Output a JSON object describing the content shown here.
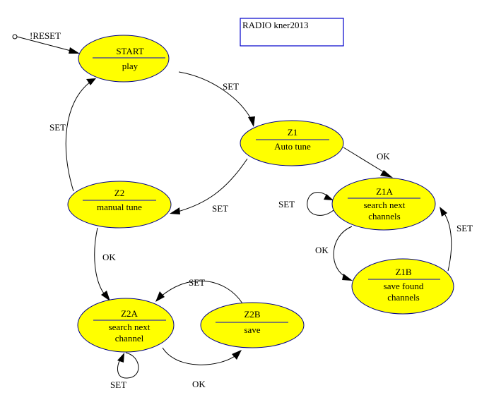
{
  "title": "RADIO kner2013",
  "states": {
    "start": {
      "name": "START",
      "lines": [
        "play"
      ]
    },
    "z1": {
      "name": "Z1",
      "lines": [
        "Auto tune"
      ]
    },
    "z2": {
      "name": "Z2",
      "lines": [
        "manual tune"
      ]
    },
    "z1a": {
      "name": "Z1A",
      "lines": [
        "search next",
        "channels"
      ]
    },
    "z1b": {
      "name": "Z1B",
      "lines": [
        "save found",
        "channels"
      ]
    },
    "z2a": {
      "name": "Z2A",
      "lines": [
        "search next",
        "channel"
      ]
    },
    "z2b": {
      "name": "Z2B",
      "lines": [
        "save"
      ]
    }
  },
  "transitions": {
    "reset": {
      "from": "",
      "to": "START",
      "label": "!RESET"
    },
    "start_z1": {
      "from": "START",
      "to": "Z1",
      "label": "SET"
    },
    "z1_z2": {
      "from": "Z1",
      "to": "Z2",
      "label": "SET"
    },
    "z2_start": {
      "from": "Z2",
      "to": "START",
      "label": "SET"
    },
    "z1_z1a": {
      "from": "Z1",
      "to": "Z1A",
      "label": "OK"
    },
    "z1a_self": {
      "from": "Z1A",
      "to": "Z1A",
      "label": "SET"
    },
    "z1a_z1b": {
      "from": "Z1A",
      "to": "Z1B",
      "label": "OK"
    },
    "z1b_z1a": {
      "from": "Z1B",
      "to": "Z1A",
      "label": "SET"
    },
    "z2_z2a": {
      "from": "Z2",
      "to": "Z2A",
      "label": "OK"
    },
    "z2a_self": {
      "from": "Z2A",
      "to": "Z2A",
      "label": "SET"
    },
    "z2a_z2b": {
      "from": "Z2A",
      "to": "Z2B",
      "label": "OK"
    },
    "z2b_z2a": {
      "from": "Z2B",
      "to": "Z2A",
      "label": "SET"
    }
  }
}
